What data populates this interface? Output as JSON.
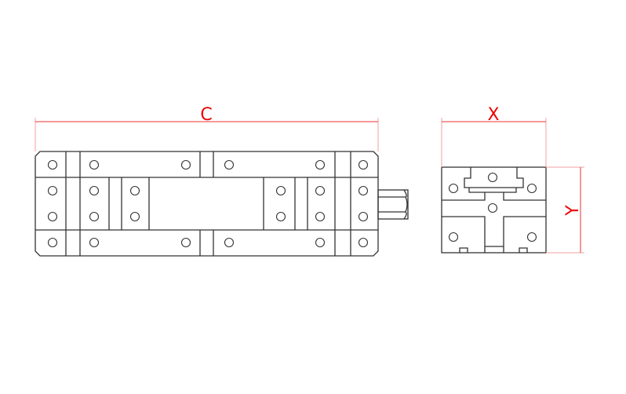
{
  "dimensions": {
    "length_label": "C",
    "width_label": "X",
    "height_label": "Y"
  },
  "colors": {
    "dimension": "#ee0000",
    "outline": "#333333"
  }
}
